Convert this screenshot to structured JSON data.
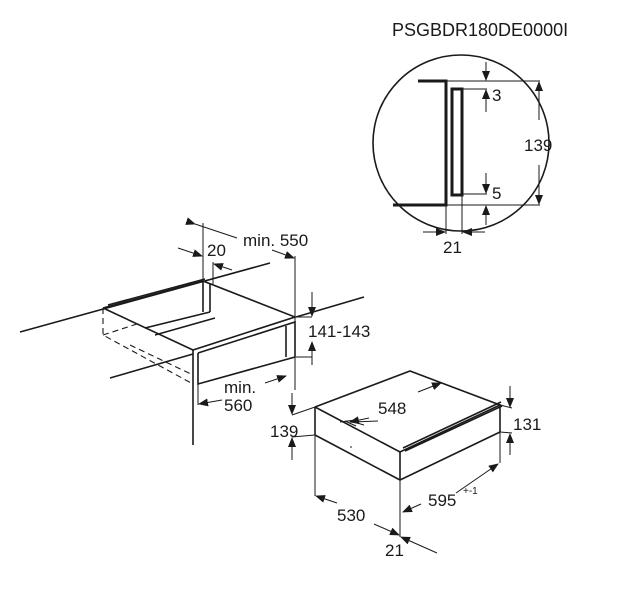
{
  "diagram": {
    "model_code": "PSGBDR180DE0000I",
    "detail": {
      "gap_top": "3",
      "height": "139",
      "gap_bottom": "5",
      "depth": "21"
    },
    "niche": {
      "offset": "20",
      "min_depth": "min. 550",
      "opening_height": "141-143",
      "min_width_label": "min.",
      "min_width_value": "560",
      "height": "139"
    },
    "drawer": {
      "top_width": "548",
      "front_height": "131",
      "depth": "530",
      "width": "595",
      "width_tolerance": "+-1",
      "front_thickness": "21"
    }
  }
}
